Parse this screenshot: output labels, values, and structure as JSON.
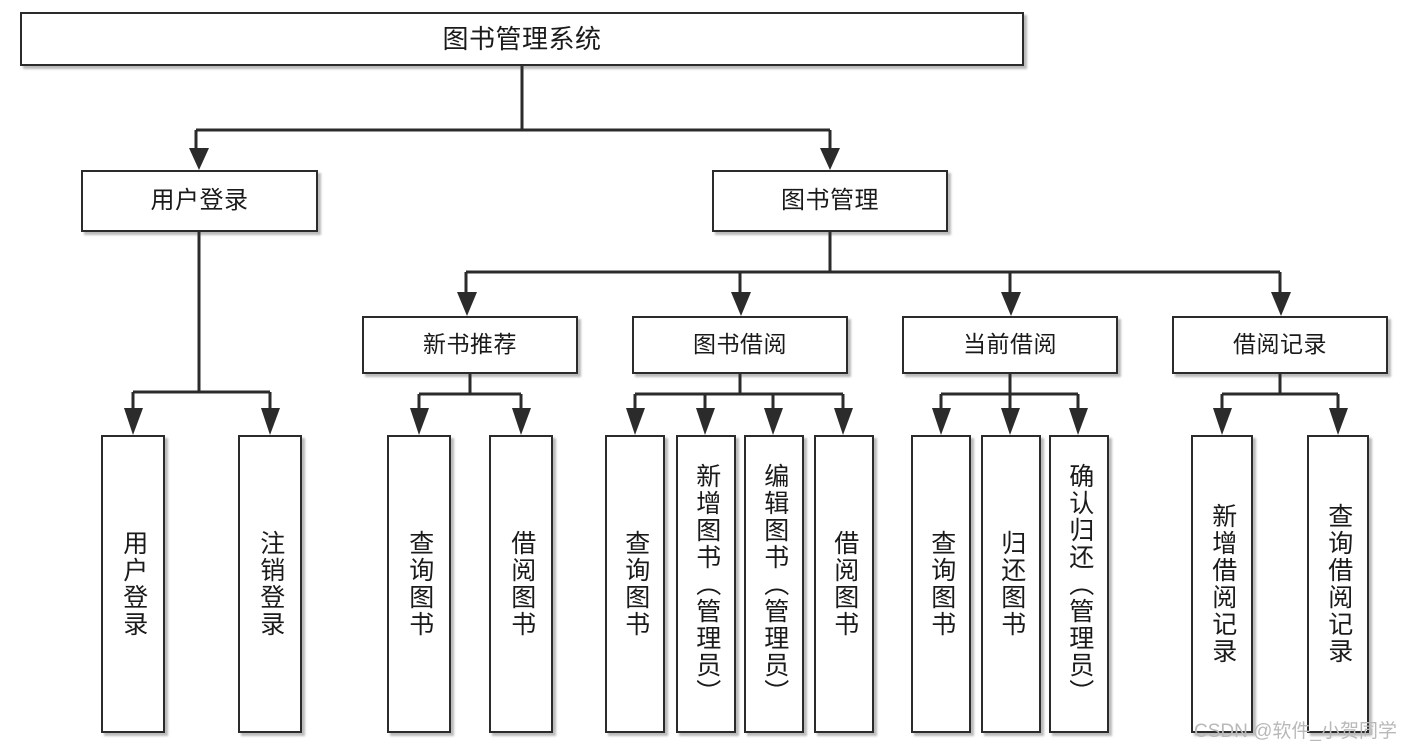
{
  "diagram": {
    "title": "图书管理系统",
    "type": "tree-hierarchy-chart",
    "orientation": "top-down",
    "colors": {
      "box_border": "#2b2b2b",
      "box_fill": "#ffffff",
      "edge": "#2b2b2b",
      "background": "#ffffff",
      "watermark": "#b9b9b9"
    }
  },
  "watermark": "CSDN @软件_小贺同学",
  "nodes": {
    "root": {
      "id": "root",
      "label": "图书管理系统",
      "level": 1
    },
    "level2": [
      {
        "id": "user-login",
        "label": "用户登录",
        "level": 2
      },
      {
        "id": "book-manage",
        "label": "图书管理",
        "level": 2
      }
    ],
    "level3": [
      {
        "id": "new-book-recommend",
        "label": "新书推荐",
        "level": 3,
        "parent": "book-manage"
      },
      {
        "id": "book-borrow",
        "label": "图书借阅",
        "level": 3,
        "parent": "book-manage"
      },
      {
        "id": "current-borrow",
        "label": "当前借阅",
        "level": 3,
        "parent": "book-manage"
      },
      {
        "id": "borrow-record",
        "label": "借阅记录",
        "level": 3,
        "parent": "book-manage"
      }
    ],
    "leaves": [
      {
        "id": "leaf-user-login",
        "label": "用户登录",
        "parent": "user-login"
      },
      {
        "id": "leaf-user-logout",
        "label": "注销登录",
        "parent": "user-login"
      },
      {
        "id": "leaf-query-book-1",
        "label": "查询图书",
        "parent": "new-book-recommend"
      },
      {
        "id": "leaf-borrow-book-1",
        "label": "借阅图书",
        "parent": "new-book-recommend"
      },
      {
        "id": "leaf-query-book-2",
        "label": "查询图书",
        "parent": "book-borrow"
      },
      {
        "id": "leaf-add-book",
        "label": "新增图书（管理员）",
        "parent": "book-borrow"
      },
      {
        "id": "leaf-edit-book",
        "label": "编辑图书（管理员）",
        "parent": "book-borrow"
      },
      {
        "id": "leaf-borrow-book-2",
        "label": "借阅图书",
        "parent": "book-borrow"
      },
      {
        "id": "leaf-query-book-3",
        "label": "查询图书",
        "parent": "current-borrow"
      },
      {
        "id": "leaf-return-book",
        "label": "归还图书",
        "parent": "current-borrow"
      },
      {
        "id": "leaf-confirm-return",
        "label": "确认归还（管理员）",
        "parent": "current-borrow"
      },
      {
        "id": "leaf-add-record",
        "label": "新增借阅记录",
        "parent": "borrow-record"
      },
      {
        "id": "leaf-query-record",
        "label": "查询借阅记录",
        "parent": "borrow-record"
      }
    ]
  }
}
